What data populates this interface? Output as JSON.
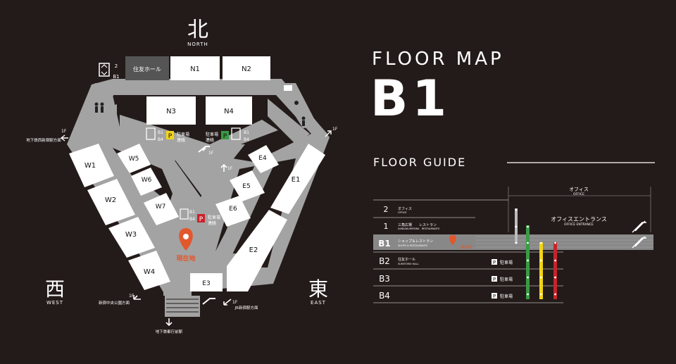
{
  "compass": {
    "north_kanji": "北",
    "north_label": "NORTH",
    "west_kanji": "西",
    "west_label": "WEST",
    "east_kanji": "東",
    "east_label": "EAST"
  },
  "header": {
    "title": "FLOOR MAP",
    "floor": "B1",
    "guide": "FLOOR GUIDE"
  },
  "map": {
    "stores": {
      "sumitomo_hall": "住友ホール",
      "N1": "N1",
      "N2": "N2",
      "N3": "N3",
      "N4": "N4",
      "W1": "W1",
      "W2": "W2",
      "W3": "W3",
      "W4": "W4",
      "W5": "W5",
      "W6": "W6",
      "W7": "W7",
      "E1": "E1",
      "E2": "E2",
      "E3": "E3",
      "E4": "E4",
      "E5": "E5",
      "E6": "E6"
    },
    "current_location": "現在地",
    "exits": {
      "nishi_shinjuku": "地下鉄西新宿駅方面",
      "chuo_koen": "新宿中央公園方面",
      "tochomae": "地下鉄都庁前駅",
      "jr_shinjuku": "JR新宿駅方面",
      "floor_1f": "1F"
    },
    "elevator_left_top": "2",
    "elevator_left_bottom": "B1",
    "elevator_mid_top": "B1",
    "elevator_mid_bottom": "B4",
    "parking_link": "駐車場",
    "parking_link2": "連絡",
    "parking_symbol": "P",
    "colors": {
      "background": "#231b19",
      "store_fill": "#ffffff",
      "corridor": "#a3a3a3",
      "hall": "#555555",
      "pin": "#e2572b",
      "parking_yellow": "#f2d417",
      "parking_green": "#3a9a45",
      "parking_red": "#c8232c"
    }
  },
  "guide": {
    "office_label": "オフィス",
    "office_label_en": "OFFICE",
    "office_entrance": "オフィスエントランス",
    "office_entrance_en": "OFFICE ENTRANCE",
    "floors": [
      {
        "name": "2",
        "jp": "オフィス",
        "en": "OFFICE"
      },
      {
        "name": "1",
        "jp": "三角広場　　レストラン",
        "en": "SANKAKUHIROBA　RESTAURANTS"
      },
      {
        "name": "B1",
        "jp": "ショップ＆レストラン",
        "en": "SHOPS & RESTAURANTS"
      },
      {
        "name": "B2",
        "jp": "住友ホール",
        "en": "SUMITOMO HALL"
      },
      {
        "name": "B3",
        "jp": "",
        "en": ""
      },
      {
        "name": "B4",
        "jp": "",
        "en": ""
      }
    ],
    "parking": "駐車場",
    "current_location": "現在地"
  }
}
